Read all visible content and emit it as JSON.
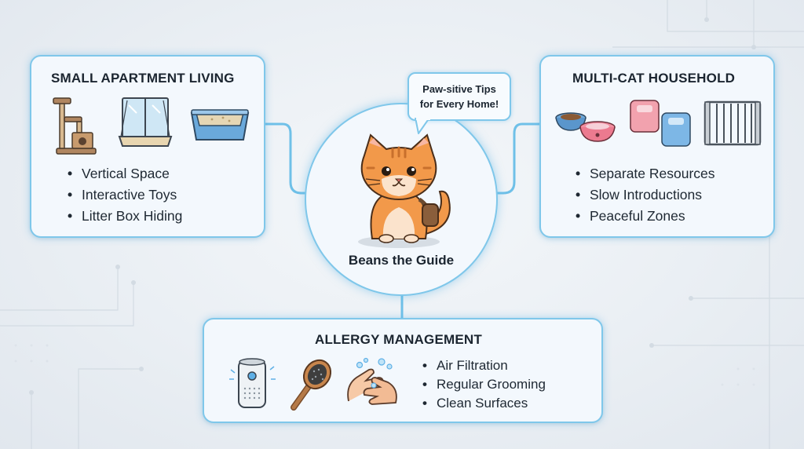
{
  "center": {
    "guide_name": "Beans the Guide",
    "speech_bubble_line1": "Paw-sitive Tips",
    "speech_bubble_line2": "for Every Home!"
  },
  "cards": {
    "small_apartment": {
      "title": "SMALL APARTMENT LIVING",
      "icons": [
        "cat-tree-icon",
        "window-perch-icon",
        "litter-box-icon"
      ],
      "bullets": [
        "Vertical Space",
        "Interactive Toys",
        "Litter Box Hiding"
      ]
    },
    "multi_cat": {
      "title": "MULTI-CAT HOUSEHOLD",
      "icons": [
        "food-bowls-icon",
        "cat-beds-icon",
        "pet-gate-icon"
      ],
      "bullets": [
        "Separate Resources",
        "Slow Introductions",
        "Peaceful Zones"
      ]
    },
    "allergy": {
      "title": "ALLERGY MANAGEMENT",
      "icons": [
        "air-purifier-icon",
        "grooming-brush-icon",
        "hand-washing-icon"
      ],
      "bullets": [
        "Air Filtration",
        "Regular Grooming",
        "Clean Surfaces"
      ]
    }
  },
  "colors": {
    "accent_border": "#7fc7ea",
    "card_bg": "#f3f8fd",
    "cat_orange": "#f2994a"
  }
}
